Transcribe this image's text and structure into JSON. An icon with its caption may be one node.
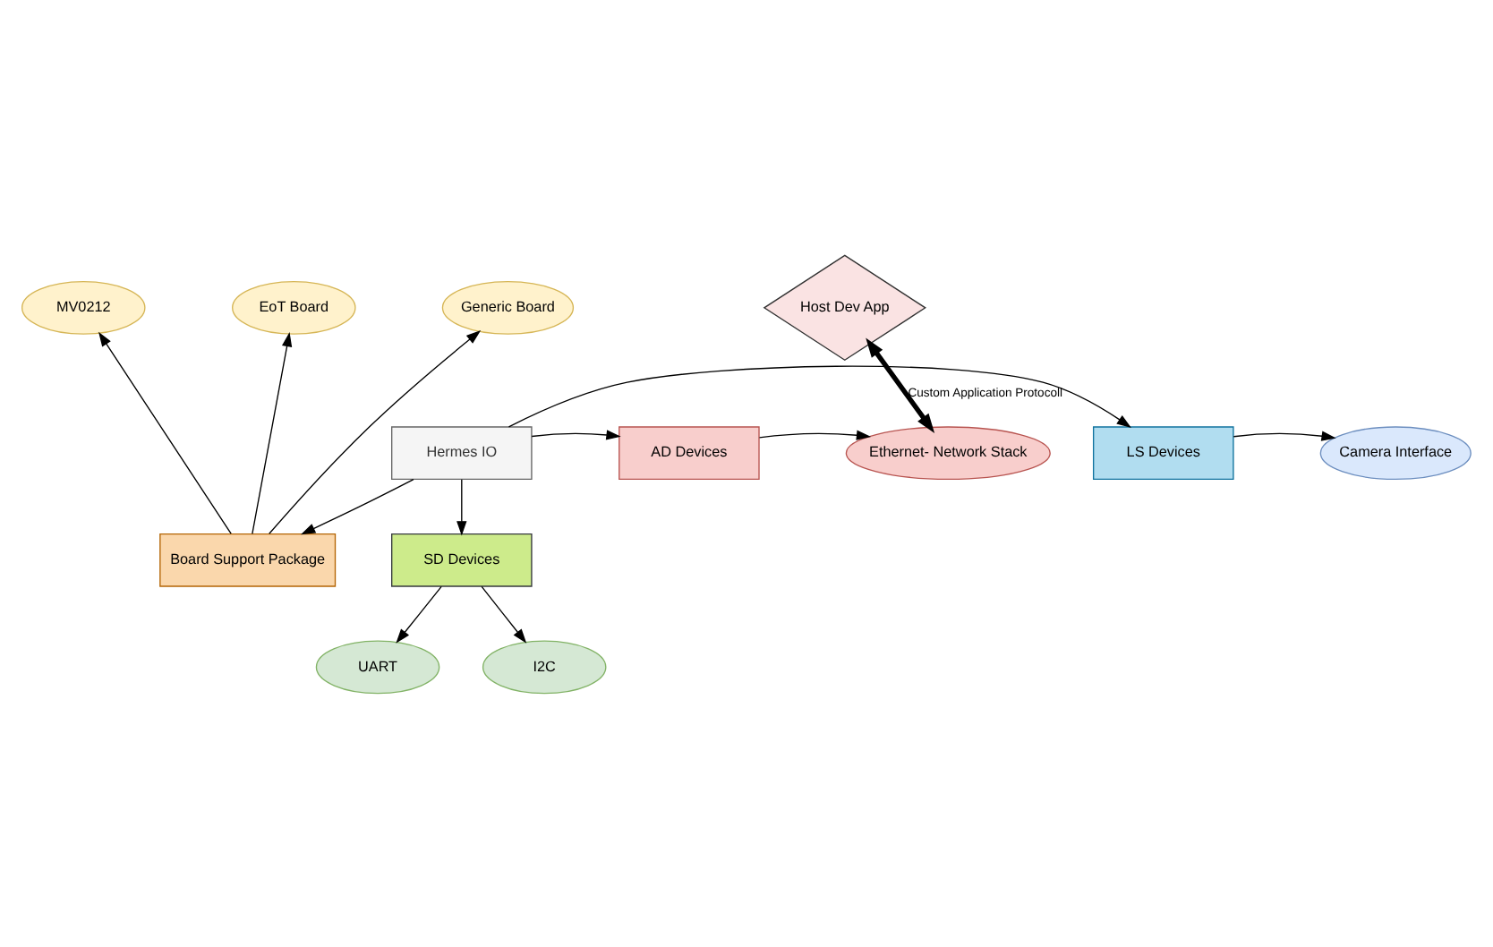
{
  "diagram": {
    "nodes": [
      {
        "text": [
          "MV0212"
        ]
      },
      {
        "text": [
          "EoT Board"
        ]
      },
      {
        "text": [
          "Generic Board"
        ]
      },
      {
        "text": [
          "Host Dev App"
        ]
      },
      {
        "text": [
          "Board Support Package"
        ]
      },
      {
        "text": [
          "Camera Interface"
        ]
      },
      {
        "text": [
          "LS Devices"
        ]
      },
      {
        "text": [
          "Hermes IO"
        ]
      },
      {
        "text": [
          "AD Devices"
        ]
      },
      {
        "text": [
          "Ethernet- Network Stack"
        ]
      },
      {
        "text": [
          "SD Devices"
        ]
      },
      {
        "text": [
          "UART"
        ]
      },
      {
        "text": [
          "I2C"
        ]
      }
    ],
    "edges": [
      {
        "from": 4,
        "to": 0,
        "arrow": "to"
      },
      {
        "from": 4,
        "to": 1,
        "arrow": "to"
      },
      {
        "from": 4,
        "to": 2,
        "arrow": "to"
      },
      {
        "from": 7,
        "to": 4,
        "arrow": "to"
      },
      {
        "from": 7,
        "to": 6,
        "arrow": "to"
      },
      {
        "from": 6,
        "to": 5,
        "arrow": "to"
      },
      {
        "from": 7,
        "to": 8,
        "arrow": "to"
      },
      {
        "from": 8,
        "to": 9,
        "arrow": "to"
      },
      {
        "from": 3,
        "to": 9,
        "arrow": "both",
        "label": "Custom Application Protocoll",
        "style": "thick"
      },
      {
        "from": 7,
        "to": 10,
        "arrow": "to"
      },
      {
        "from": 10,
        "to": 11,
        "arrow": "to"
      },
      {
        "from": 10,
        "to": 12,
        "arrow": "to"
      }
    ]
  }
}
